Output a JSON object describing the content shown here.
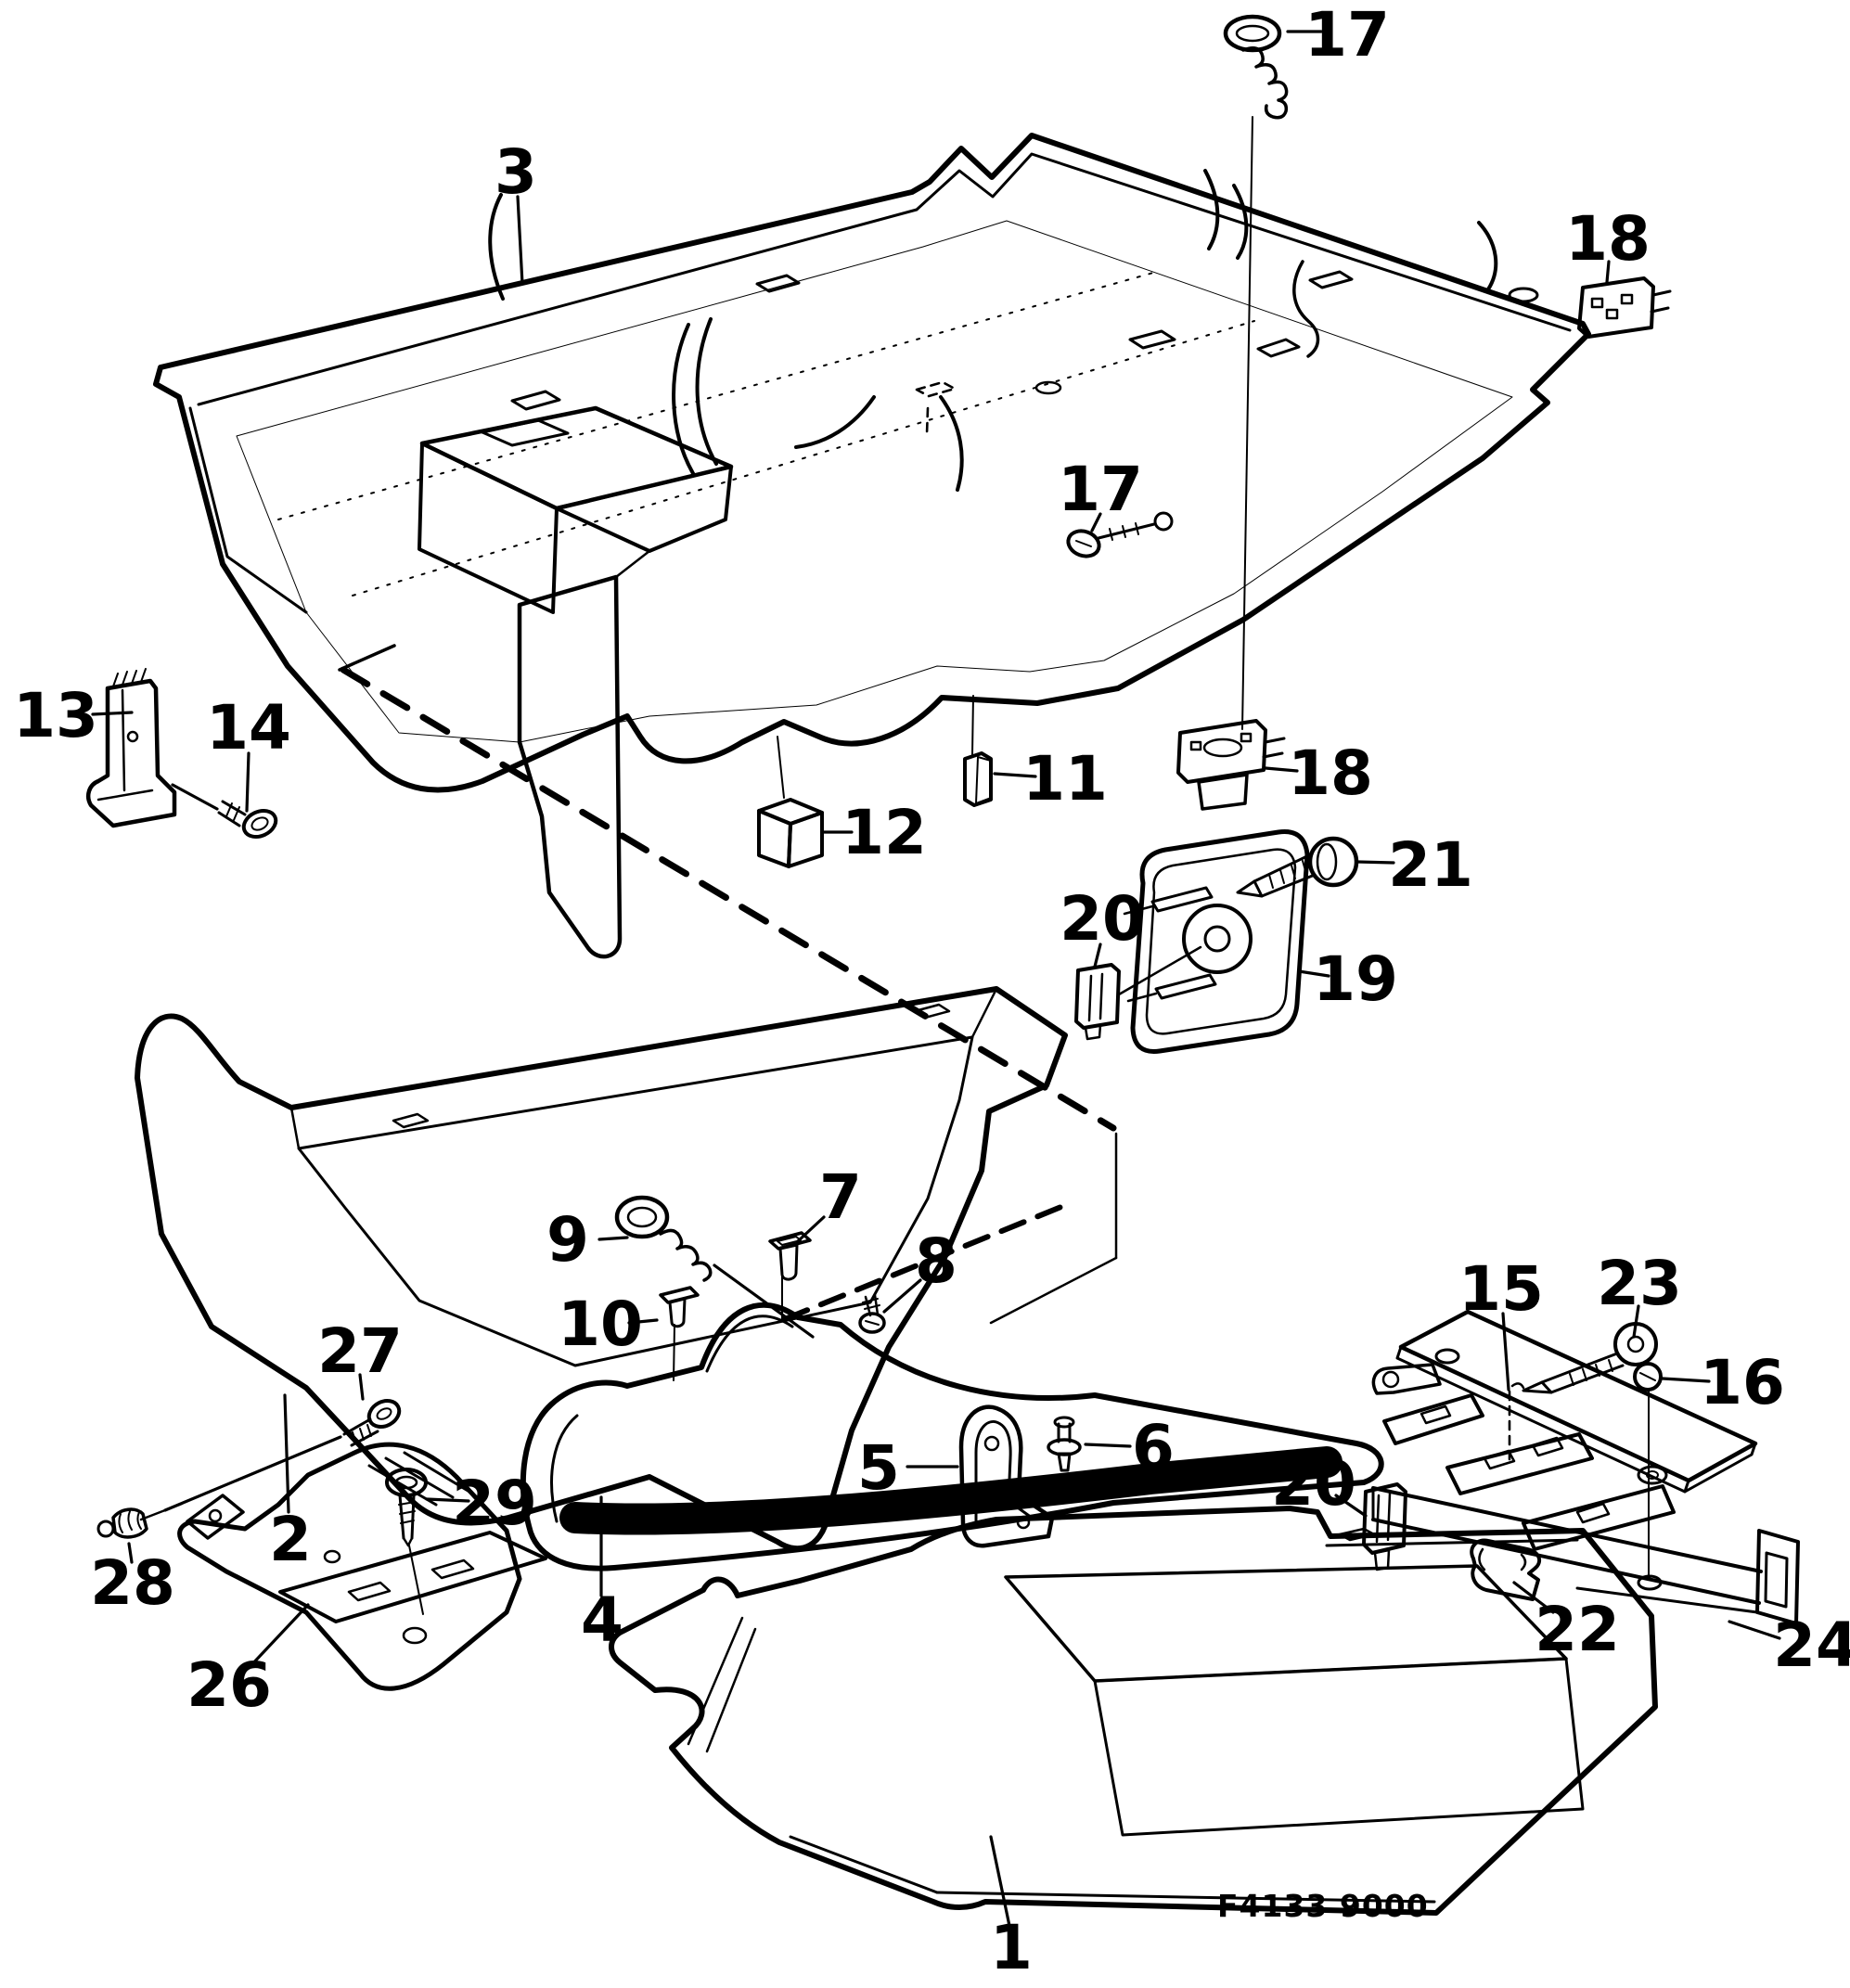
{
  "figure": {
    "code": "F4133 9000"
  },
  "colors": {
    "ink": "#000000",
    "paper": "#ffffff"
  },
  "callouts": {
    "c1": {
      "label": "1"
    },
    "c2": {
      "label": "2"
    },
    "c3": {
      "label": "3"
    },
    "c4": {
      "label": "4"
    },
    "c5": {
      "label": "5"
    },
    "c6": {
      "label": "6"
    },
    "c7": {
      "label": "7"
    },
    "c8": {
      "label": "8"
    },
    "c9": {
      "label": "9"
    },
    "c10": {
      "label": "10"
    },
    "c11": {
      "label": "11"
    },
    "c12": {
      "label": "12"
    },
    "c13": {
      "label": "13"
    },
    "c14": {
      "label": "14"
    },
    "c15": {
      "label": "15"
    },
    "c16": {
      "label": "16"
    },
    "c17a": {
      "label": "17"
    },
    "c17b": {
      "label": "17"
    },
    "c18a": {
      "label": "18"
    },
    "c18b": {
      "label": "18"
    },
    "c19": {
      "label": "19"
    },
    "c20a": {
      "label": "20"
    },
    "c20b": {
      "label": "20"
    },
    "c21": {
      "label": "21"
    },
    "c22": {
      "label": "22"
    },
    "c23": {
      "label": "23"
    },
    "c24": {
      "label": "24"
    },
    "c26": {
      "label": "26"
    },
    "c27": {
      "label": "27"
    },
    "c28": {
      "label": "28"
    },
    "c29": {
      "label": "29"
    }
  }
}
